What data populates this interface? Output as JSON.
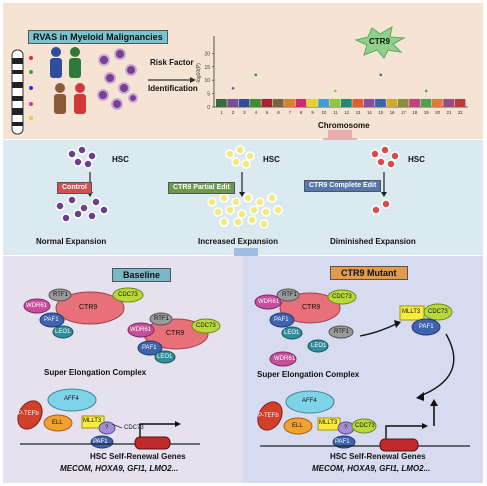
{
  "panel_a": {
    "title": "RVAS in Myeloid Malignancies",
    "risk_factor_line1": "Risk Factor",
    "risk_factor_line2": "Identification",
    "star_label": "CTR9",
    "chart_data": {
      "type": "scatter",
      "title": "",
      "xlabel": "Chromosome",
      "ylabel": "-log10(P)",
      "ylim": [
        0,
        25
      ],
      "yticks": [
        "0",
        "5",
        "10",
        "15",
        "20"
      ],
      "categories": [
        "1",
        "2",
        "3",
        "4",
        "5",
        "6",
        "7",
        "8",
        "9",
        "10",
        "11",
        "12",
        "13",
        "14",
        "15",
        "16",
        "17",
        "18",
        "19",
        "20",
        "21",
        "22"
      ],
      "colors": [
        "#3b6b3b",
        "#7a4e91",
        "#2f4f9c",
        "#3b8e2e",
        "#a5262e",
        "#7b6540",
        "#d98033",
        "#cc2e6d",
        "#e6d428",
        "#3f9fd4",
        "#8ec63f",
        "#1f8a74",
        "#e35d2f",
        "#8b4e9c",
        "#3c65ad",
        "#d6a632",
        "#8a8f3c",
        "#c63f7f",
        "#4f9f54",
        "#e07b39",
        "#9a4a86",
        "#b93b3b"
      ],
      "highlight_points": [
        {
          "chromosome": "2",
          "value": 7
        },
        {
          "chromosome": "4",
          "value": 12
        },
        {
          "chromosome": "15",
          "value": 12
        },
        {
          "chromosome": "11",
          "value": 6
        },
        {
          "chromosome": "19",
          "value": 6
        }
      ],
      "baseline_band": [
        0,
        3
      ]
    }
  },
  "panel_b": {
    "columns": [
      {
        "hsc": "HSC",
        "condition": "Control",
        "outcome": "Normal Expansion",
        "color": "#cc3333",
        "cell_color": "#6a3d8e"
      },
      {
        "hsc": "HSC",
        "condition": "CTR9 Partial Edit",
        "outcome": "Increased Expansion",
        "color": "#5a8a3c",
        "cell_color": "#f2e97a"
      },
      {
        "hsc": "HSC",
        "condition": "CTR9 Complete Edit",
        "outcome": "Diminished Expansion",
        "color": "#5577aa",
        "cell_color": "#d94a4a"
      }
    ]
  },
  "panel_c": {
    "left_header": "Baseline",
    "right_header": "CTR9 Mutant",
    "complex_title": "Super Elongation Complex",
    "genes_label": "HSC Self-Renewal Genes",
    "genes_list": "MECOM, HOXA9, GFI1, LMO2...",
    "paf": {
      "ctr9": "CTR9",
      "rtf1": "RTF1",
      "cdc73": "CDC73",
      "wdr61": "WDR61",
      "paf1": "PAF1",
      "leo1": "LEO1"
    },
    "sec": {
      "aff4": "AFF4",
      "ptefb": "P-TEFb",
      "ell": "ELL",
      "mllt3": "MLLT3",
      "question": "?",
      "cdc73": "CDC73",
      "paf1": "PAF1"
    },
    "mutant_side": {
      "mllt3": "MLLT3",
      "cdc73": "CDC73",
      "paf1": "PAF1",
      "rtf1": "RTF1",
      "wdr61": "WDR61",
      "leo1": "LEO1"
    }
  }
}
